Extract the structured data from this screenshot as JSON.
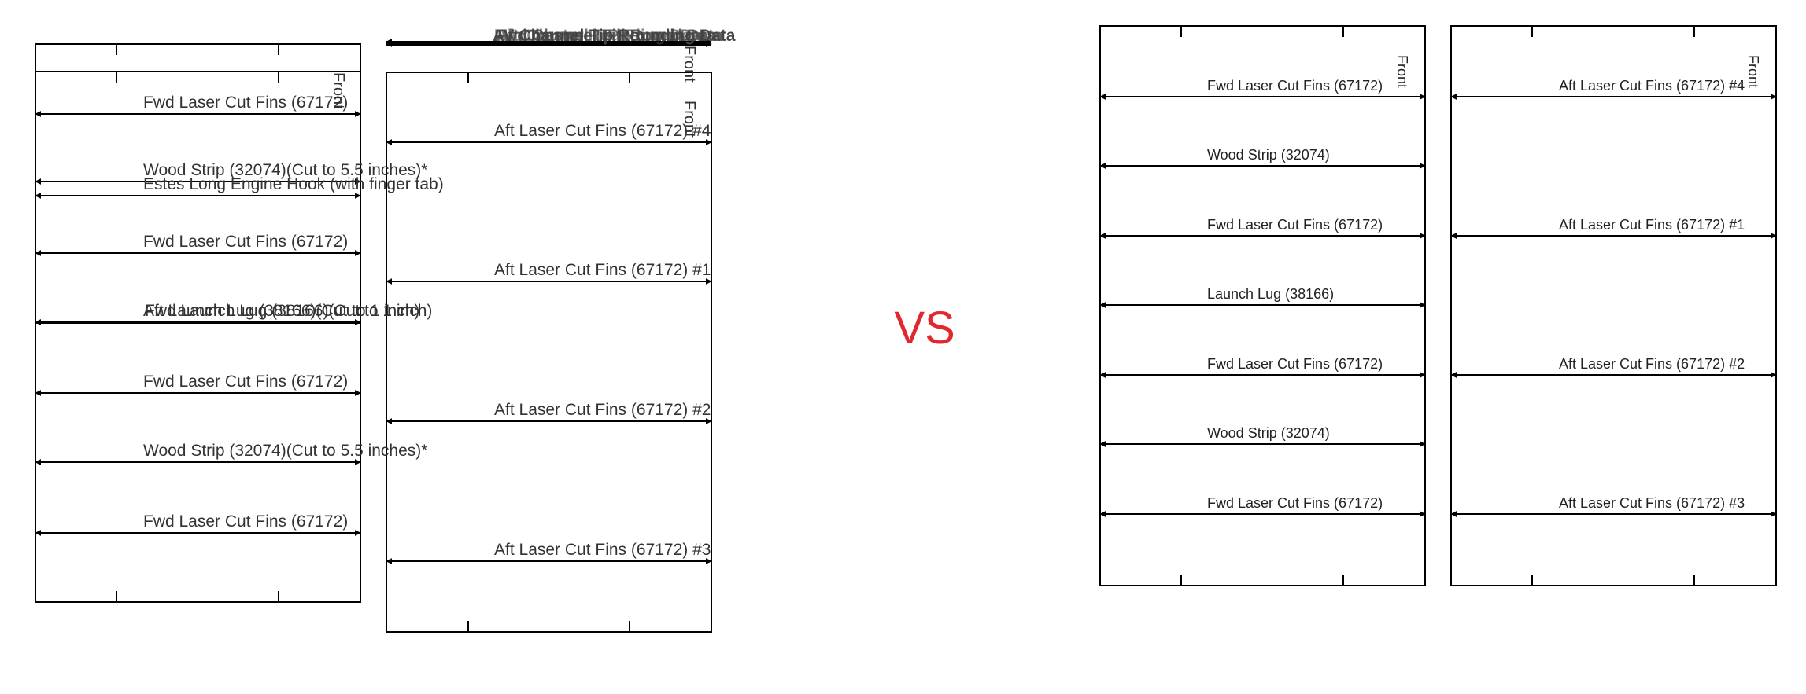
{
  "separator": {
    "text": "VS",
    "color": "#e0282e"
  },
  "left_panel": {
    "front_labels": [
      "Front",
      "Front",
      "Front"
    ],
    "top_overlap_labels": [
      "AV Channel Tip Rounding Data",
      "Fwd Channel Fill Round Data",
      "Aft Channel TIP Round Data",
      "Fin Cluster Rounding Data"
    ],
    "forward_rows": [
      "Fwd Laser Cut Fins (67172)",
      "Wood Strip (32074)(Cut to 5.5 inches)*",
      "Estes Long Engine Hook (with finger tab)",
      "Fwd Laser Cut Fins (67172)",
      "Aft Launch Lug (38166)(Cut to 1 inch)",
      "Fwd Launch Lug (38166)(Cut to 1 inch)",
      "Fwd Laser Cut Fins (67172)",
      "Wood Strip (32074)(Cut to 5.5 inches)*",
      "Fwd Laser Cut Fins (67172)"
    ],
    "aft_rows": [
      "Aft Laser Cut Fins (67172) #4",
      "Aft Laser Cut Fins (67172) #1",
      "Aft Laser Cut Fins (67172) #2",
      "Aft Laser Cut Fins (67172) #3"
    ]
  },
  "right_panel": {
    "front_labels": [
      "Front",
      "Front"
    ],
    "forward_rows": [
      "Fwd Laser Cut Fins (67172)",
      "Wood Strip (32074)",
      "Fwd Laser Cut Fins (67172)",
      "Launch Lug (38166)",
      "Fwd Laser Cut Fins (67172)",
      "Wood Strip (32074)",
      "Fwd Laser Cut Fins (67172)"
    ],
    "aft_rows": [
      "Aft Laser Cut Fins (67172) #4",
      "Aft Laser Cut Fins (67172) #1",
      "Aft Laser Cut Fins (67172) #2",
      "Aft Laser Cut Fins (67172) #3"
    ]
  }
}
